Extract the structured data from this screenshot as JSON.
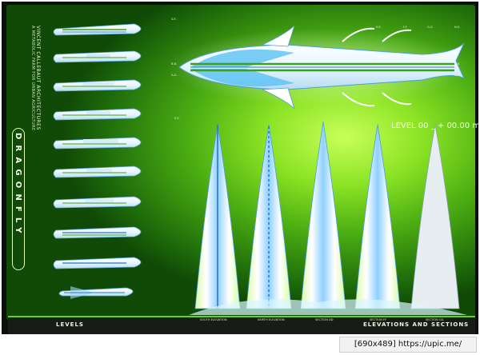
{
  "board": {
    "title_logo": "DRAGONFLY",
    "vertical_text": "VINCENT CALLEBAUT ARCHITECTURES",
    "vertical_subtext": "A METABOLIC FARM FOR URBAN AGRICULTURE",
    "level_heading": "LEVEL 00 _ + 00.00 m",
    "bottom_left_label": "LEVELS",
    "bottom_right_label": "ELEVATIONS AND SECTIONS"
  },
  "plan_labels": [
    "S.E.",
    "E.E.",
    "F.F.",
    "G.G.",
    "N.E.",
    "E.E.",
    "B.B.",
    "A.A.",
    "B.B.",
    "A.A."
  ],
  "elevation_labels": [
    "SOUTH ELEVATION",
    "NORTH ELEVATION",
    "SECTION DD",
    "SECTION FF",
    "SECTION GG"
  ],
  "caption": "[690x489] https://upic.me/",
  "colors": {
    "board_light": "#c9ff5a",
    "board_dark": "#104a06",
    "bar": "#181c16"
  }
}
